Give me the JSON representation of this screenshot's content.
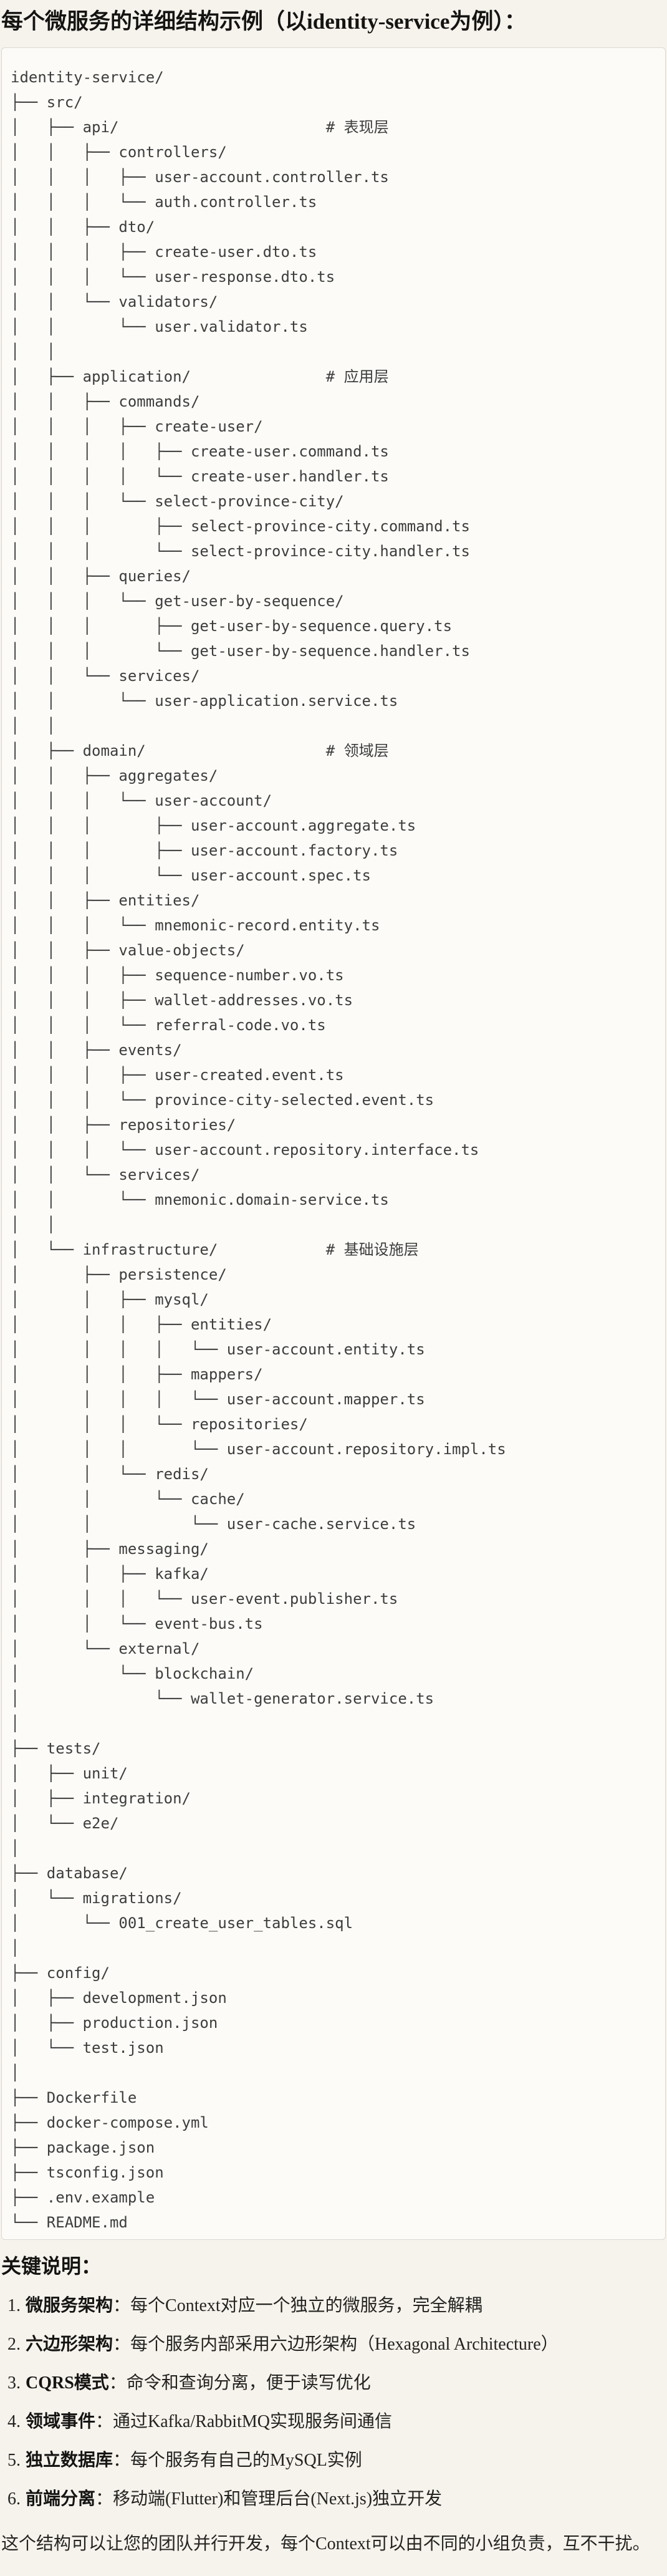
{
  "page": {
    "title": "每个微服务的详细结构示例（以identity-service为例）：",
    "closing": "这个结构可以让您的团队并行开发，每个Context可以由不同的小组负责，互不干扰。"
  },
  "colors": {
    "page_bg": "#f5f3ec",
    "code_bg": "#fcfbf8",
    "code_border": "#dad8d1",
    "tree_text": "#3d3d3c",
    "body_text": "#242320"
  },
  "tree": {
    "lines": [
      "identity-service/",
      "├── src/",
      "│   ├── api/                       # 表现层",
      "│   │   ├── controllers/",
      "│   │   │   ├── user-account.controller.ts",
      "│   │   │   └── auth.controller.ts",
      "│   │   ├── dto/",
      "│   │   │   ├── create-user.dto.ts",
      "│   │   │   └── user-response.dto.ts",
      "│   │   └── validators/",
      "│   │       └── user.validator.ts",
      "│   │",
      "│   ├── application/               # 应用层",
      "│   │   ├── commands/",
      "│   │   │   ├── create-user/",
      "│   │   │   │   ├── create-user.command.ts",
      "│   │   │   │   └── create-user.handler.ts",
      "│   │   │   └── select-province-city/",
      "│   │   │       ├── select-province-city.command.ts",
      "│   │   │       └── select-province-city.handler.ts",
      "│   │   ├── queries/",
      "│   │   │   └── get-user-by-sequence/",
      "│   │   │       ├── get-user-by-sequence.query.ts",
      "│   │   │       └── get-user-by-sequence.handler.ts",
      "│   │   └── services/",
      "│   │       └── user-application.service.ts",
      "│   │",
      "│   ├── domain/                    # 领域层",
      "│   │   ├── aggregates/",
      "│   │   │   └── user-account/",
      "│   │   │       ├── user-account.aggregate.ts",
      "│   │   │       ├── user-account.factory.ts",
      "│   │   │       └── user-account.spec.ts",
      "│   │   ├── entities/",
      "│   │   │   └── mnemonic-record.entity.ts",
      "│   │   ├── value-objects/",
      "│   │   │   ├── sequence-number.vo.ts",
      "│   │   │   ├── wallet-addresses.vo.ts",
      "│   │   │   └── referral-code.vo.ts",
      "│   │   ├── events/",
      "│   │   │   ├── user-created.event.ts",
      "│   │   │   └── province-city-selected.event.ts",
      "│   │   ├── repositories/",
      "│   │   │   └── user-account.repository.interface.ts",
      "│   │   └── services/",
      "│   │       └── mnemonic.domain-service.ts",
      "│   │",
      "│   └── infrastructure/            # 基础设施层",
      "│       ├── persistence/",
      "│       │   ├── mysql/",
      "│       │   │   ├── entities/",
      "│       │   │   │   └── user-account.entity.ts",
      "│       │   │   ├── mappers/",
      "│       │   │   │   └── user-account.mapper.ts",
      "│       │   │   └── repositories/",
      "│       │   │       └── user-account.repository.impl.ts",
      "│       │   └── redis/",
      "│       │       └── cache/",
      "│       │           └── user-cache.service.ts",
      "│       ├── messaging/",
      "│       │   ├── kafka/",
      "│       │   │   └── user-event.publisher.ts",
      "│       │   └── event-bus.ts",
      "│       └── external/",
      "│           └── blockchain/",
      "│               └── wallet-generator.service.ts",
      "│",
      "├── tests/",
      "│   ├── unit/",
      "│   ├── integration/",
      "│   └── e2e/",
      "│",
      "├── database/",
      "│   └── migrations/",
      "│       └── 001_create_user_tables.sql",
      "│",
      "├── config/",
      "│   ├── development.json",
      "│   ├── production.json",
      "│   └── test.json",
      "│",
      "├── Dockerfile",
      "├── docker-compose.yml",
      "├── package.json",
      "├── tsconfig.json",
      "├── .env.example",
      "└── README.md"
    ]
  },
  "notes": {
    "heading": "关键说明：",
    "items": [
      {
        "num": "1.",
        "term": "微服务架构",
        "text": "：每个Context对应一个独立的微服务，完全解耦"
      },
      {
        "num": "2.",
        "term": "六边形架构",
        "text": "：每个服务内部采用六边形架构（Hexagonal Architecture）"
      },
      {
        "num": "3.",
        "term": "CQRS模式",
        "text": "：命令和查询分离，便于读写优化"
      },
      {
        "num": "4.",
        "term": "领域事件",
        "text": "：通过Kafka/RabbitMQ实现服务间通信"
      },
      {
        "num": "5.",
        "term": "独立数据库",
        "text": "：每个服务有自己的MySQL实例"
      },
      {
        "num": "6.",
        "term": "前端分离",
        "text": "：移动端(Flutter)和管理后台(Next.js)独立开发"
      }
    ]
  }
}
